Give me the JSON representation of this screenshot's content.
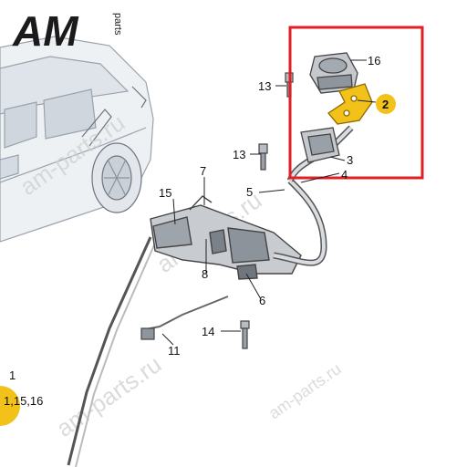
{
  "logo": {
    "main": "AM",
    "sub": "parts"
  },
  "watermark": "am-parts.ru",
  "highlight_color": "#e01f26",
  "callout_color": "#f2c21a",
  "labels": {
    "p16": "16",
    "p2": "2",
    "p13a": "13",
    "p13b": "13",
    "p3": "3",
    "p4": "4",
    "p5": "5",
    "p7": "7",
    "p15": "15",
    "p8": "8",
    "p6": "6",
    "p14": "14",
    "p11": "11",
    "p1": "1",
    "p1_ref": "1,15,16"
  }
}
